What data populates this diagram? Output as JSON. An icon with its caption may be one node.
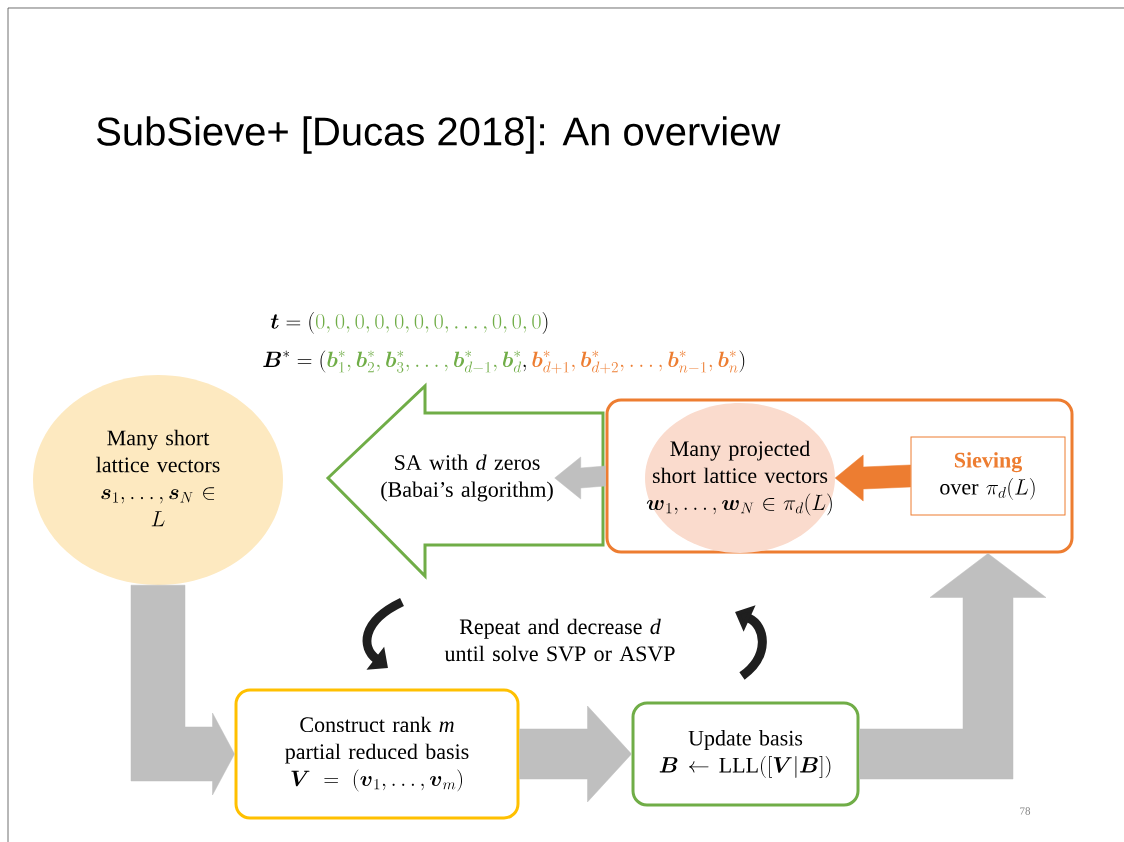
{
  "diagram": {
    "title": "SubSieve+ [Ducas 2018]: An overview",
    "nodes": [
      {
        "text": [
          "Many short lattice vectors",
          "\\boldsymbol{s}_1, \\dots, \\boldsymbol{s}_N \\in L"
        ]
      },
      {
        "text": [
          "SA with *d* zeros (Babai’s algorithm)"
        ]
      },
      {
        "text": [],
        "shape": "box"
      },
      {
        "text": [
          "Many projected short lattice vectors",
          "\\boldsymbol{w}_1, \\dots, \\boldsymbol{w}_N \\in \\pi_d(L)"
        ],
        "in": 2
      },
      {
        "text": [
          "Sieving",
          "over",
          "\\pi_d(L)"
        ],
        "in": 2
      },
      {
        "text": [
          "Construct rank *m* partial reduced basis",
          "\\boldsymbol{V} = (\\boldsymbol{v}_1, \\dots, \\boldsymbol{v}_m)"
        ]
      },
      {
        "text": [
          "Update basis",
          "\\boldsymbol{B} \\leftarrow \\mathrm{LLL}([\\boldsymbol{V}|\\boldsymbol{B}])"
        ]
      }
    ],
    "edges": [
      {
        "from": 4,
        "to": 3,
        "arrow": "to",
        "color": "#ed7d31"
      },
      {
        "from": 2,
        "to": 1,
        "arrow": "to"
      },
      {
        "from": 0,
        "to": 5,
        "arrow": "to"
      },
      {
        "from": 5,
        "to": 6,
        "arrow": "to"
      },
      {
        "from": 6,
        "to": 4,
        "arrow": "to"
      }
    ],
    "labels": [
      "\\boldsymbol{t} = (\\textcolor{sgreen}{0,0,0,0,0,0,0,\\dots,0,0,0})",
      "\\boldsymbol{B}^* = (\\textcolor{sgreen}{\\boldsymbol{b}_1^*, \\boldsymbol{b}_2^*, \\boldsymbol{b}_3^*, \\dots, \\boldsymbol{b}_{d-1}^*, \\boldsymbol{b}_d^*}, \\textcolor{sorange}{\\boldsymbol{b}_{d+1}^*, \\boldsymbol{b}_{d+2}^*, \\dots, \\boldsymbol{b}_{n-1}^*, \\boldsymbol{b}_n^*})",
      "Repeat and decrease *d* until solve SVP or ASVP",
      "78"
    ]
  }
}
